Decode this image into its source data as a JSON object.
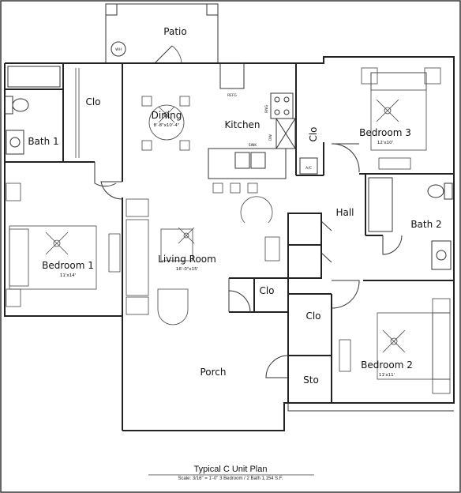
{
  "rooms": {
    "patio": "Patio",
    "wh": "WH",
    "clo_top": "Clo",
    "dining": "Dining",
    "dining_dim": "8'-8\"x10'-4\"",
    "kitchen": "Kitchen",
    "refg": "REFG",
    "rng": "RNG",
    "dw": "DW",
    "sink": "SINK",
    "clo_kitchen": "Clo",
    "bath1": "Bath 1",
    "bedroom3": "Bedroom 3",
    "bedroom3_dim": "12'x10'",
    "ac": "A/C",
    "hall": "Hall",
    "bath2": "Bath 2",
    "bedroom1": "Bedroom 1",
    "bedroom1_dim": "11'x14'",
    "living": "Living Room",
    "living_dim": "16'-0\"x15'",
    "clo_living": "Clo",
    "clo_bed2": "Clo",
    "bedroom2": "Bedroom 2",
    "bedroom2_dim": "11'x11'",
    "porch": "Porch",
    "sto": "Sto"
  },
  "caption": {
    "title": "Typical  C  Unit Plan",
    "subtitle": "Scale: 3/16\" = 1'-0\"  3 Bedroom / 2 Bath   1,154 S.F."
  }
}
